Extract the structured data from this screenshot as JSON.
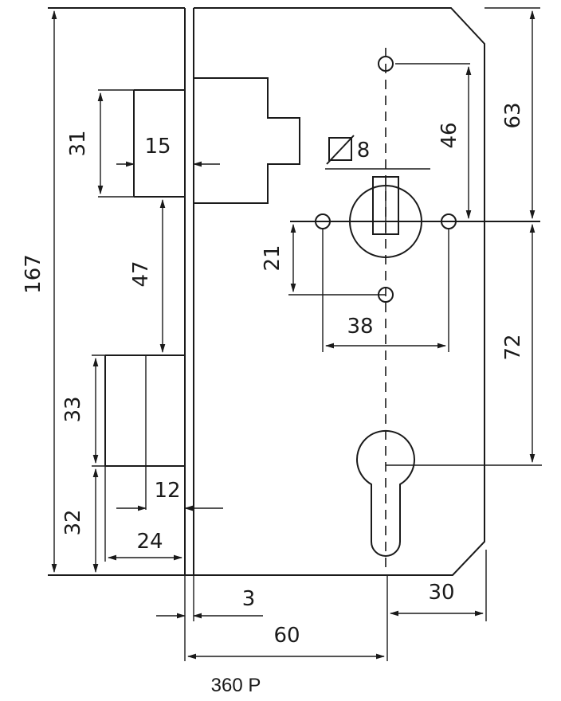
{
  "caption": "360 P",
  "dimensions": {
    "total_height": "167",
    "latch_height": "31",
    "latch_projection": "15",
    "gap": "47",
    "bolt_height": "33",
    "bolt_projection": "12",
    "bolt_offset_bottom": "32",
    "bolt_width": "24",
    "top_to_follower": "63",
    "follower_to_cylinder": "72",
    "screw_spacing_vertical": "46",
    "square_spindle": "8",
    "screw_offset": "21",
    "screw_spacing_horizontal": "38",
    "faceplate_thickness": "3",
    "backset": "60",
    "body_tail": "30"
  },
  "colors": {
    "ink": "#1a1a1a",
    "paper": "#ffffff"
  }
}
